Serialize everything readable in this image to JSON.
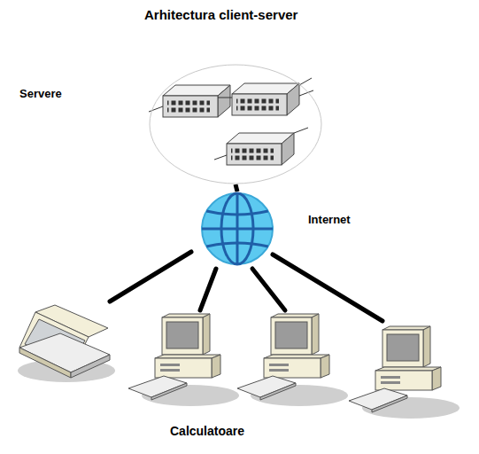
{
  "diagram": {
    "title": "Arhitectura client-server",
    "nodes": [
      {
        "text": [
          "Servere"
        ]
      },
      {
        "text": [
          "Internet"
        ]
      }
    ],
    "edges": [
      {
        "from": 0,
        "to": 1,
        "arrow": "none"
      }
    ],
    "labels": [
      "Calculatoare"
    ]
  }
}
